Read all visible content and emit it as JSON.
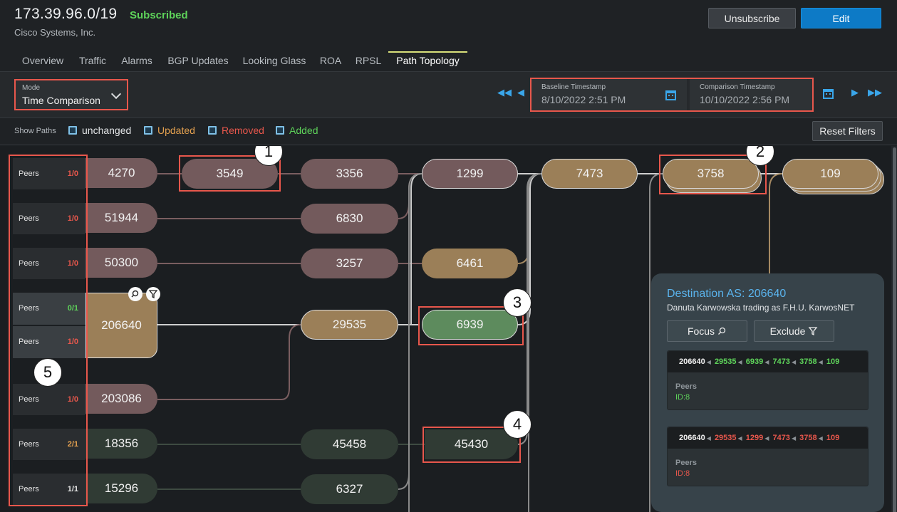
{
  "header": {
    "prefix": "173.39.96.0/19",
    "status": "Subscribed",
    "org": "Cisco Systems, Inc.",
    "unsubscribe_label": "Unsubscribe",
    "edit_label": "Edit"
  },
  "tabs": [
    {
      "label": "Overview",
      "active": false
    },
    {
      "label": "Traffic",
      "active": false
    },
    {
      "label": "Alarms",
      "active": false
    },
    {
      "label": "BGP Updates",
      "active": false
    },
    {
      "label": "Looking Glass",
      "active": false
    },
    {
      "label": "ROA",
      "active": false
    },
    {
      "label": "RPSL",
      "active": false
    },
    {
      "label": "Path Topology",
      "active": true
    }
  ],
  "toolbar": {
    "mode_label": "Mode",
    "mode_value": "Time Comparison",
    "baseline_label": "Baseline Timestamp",
    "baseline_value": "8/10/2022 2:51 PM",
    "comparison_label": "Comparison Timestamp",
    "comparison_value": "10/10/2022 2:56 PM"
  },
  "filters": {
    "show_label": "Show Paths",
    "items": [
      {
        "label": "unchanged",
        "color": "#e4e6e8"
      },
      {
        "label": "Updated",
        "color": "#e3a04f"
      },
      {
        "label": "Removed",
        "color": "#e8574c"
      },
      {
        "label": "Added",
        "color": "#5ed35a"
      }
    ],
    "reset_label": "Reset Filters"
  },
  "colors": {
    "unchanged": "#735a5c",
    "updated": "#9b7f58",
    "added": "#5d8b5d",
    "highlight": "#e8574c",
    "accent": "#3aa6ea"
  },
  "peers": [
    {
      "label": "Peers",
      "count": "1/0",
      "count_color": "#e8574c"
    },
    {
      "label": "Peers",
      "count": "1/0",
      "count_color": "#e8574c"
    },
    {
      "label": "Peers",
      "count": "1/0",
      "count_color": "#e8574c"
    },
    {
      "label": "Peers",
      "count": "0/1",
      "count_color": "#5ed35a"
    },
    {
      "label": "Peers",
      "count": "1/0",
      "count_color": "#e8574c"
    },
    {
      "label": "Peers",
      "count": "1/0",
      "count_color": "#e8574c"
    },
    {
      "label": "Peers",
      "count": "2/1",
      "count_color": "#e3a04f"
    },
    {
      "label": "Peers",
      "count": "1/1",
      "count_color": "#e6e6e6"
    }
  ],
  "sources": [
    "4270",
    "51944",
    "50300",
    "206640",
    "203086",
    "18356",
    "15296"
  ],
  "nodes": {
    "col1": [
      "3549"
    ],
    "col2": [
      "3356",
      "6830",
      "3257",
      "29535",
      "45458",
      "6327"
    ],
    "col3": [
      "1299",
      "6461",
      "6939",
      "45430"
    ],
    "col4": [
      "7473"
    ],
    "col5": [
      "3758"
    ],
    "col6": [
      "109"
    ]
  },
  "markers": [
    "1",
    "2",
    "3",
    "4",
    "5"
  ],
  "panel": {
    "title": "Destination AS: 206640",
    "subtitle": "Danuta Karwowska trading as F.H.U. KarwosNET",
    "focus_label": "Focus",
    "exclude_label": "Exclude",
    "cards": [
      {
        "path": [
          "206640",
          "29535",
          "6939",
          "7473",
          "3758",
          "109"
        ],
        "path_color": "#5ed35a",
        "peers_label": "Peers",
        "id": "ID:8",
        "id_color": "#5ed35a"
      },
      {
        "path": [
          "206640",
          "29535",
          "1299",
          "7473",
          "3758",
          "109"
        ],
        "path_color": "#e8574c",
        "peers_label": "Peers",
        "id": "ID:8",
        "id_color": "#e8574c"
      }
    ]
  }
}
